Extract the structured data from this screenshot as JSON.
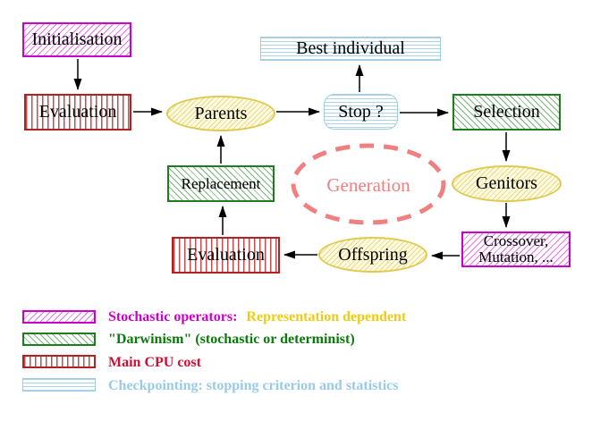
{
  "nodes": {
    "initialisation": {
      "label": "Initialisation"
    },
    "evaluation_top": {
      "label": "Evaluation"
    },
    "parents": {
      "label": "Parents"
    },
    "best_individual": {
      "label": "Best individual"
    },
    "stop": {
      "label": "Stop ?"
    },
    "selection": {
      "label": "Selection"
    },
    "replacement": {
      "label": "Replacement"
    },
    "generation": {
      "label": "Generation"
    },
    "genitors": {
      "label": "Genitors"
    },
    "evaluation_bottom": {
      "label": "Evaluation"
    },
    "offspring": {
      "label": "Offspring"
    },
    "crossover_mutation": {
      "line1": "Crossover,",
      "line2": "Mutation, ..."
    }
  },
  "legend": {
    "items": [
      {
        "pattern": "magenta-diagonal-hatch",
        "label": "Stochastic operators:",
        "label_secondary": "Representation dependent"
      },
      {
        "pattern": "green-diagonal-hatch",
        "label": "\"Darwinism\" (stochastic or determinist)"
      },
      {
        "pattern": "red-vertical-stripes",
        "label": "Main CPU cost"
      },
      {
        "pattern": "cyan-horizontal-stripes",
        "label": "Checkpointing: stopping criterion and statistics"
      }
    ]
  },
  "colors": {
    "magenta": "#cc00cc",
    "green": "#1e7e1e",
    "red": "#b22222",
    "yellow_border": "#dfc94f",
    "cyan_border": "#9fcbe0",
    "salmon": "#f08080",
    "legend_gold_text": "#eecc11",
    "legend_crimson_text": "#cc1133",
    "legend_light_blue_text": "#99cbe8"
  }
}
